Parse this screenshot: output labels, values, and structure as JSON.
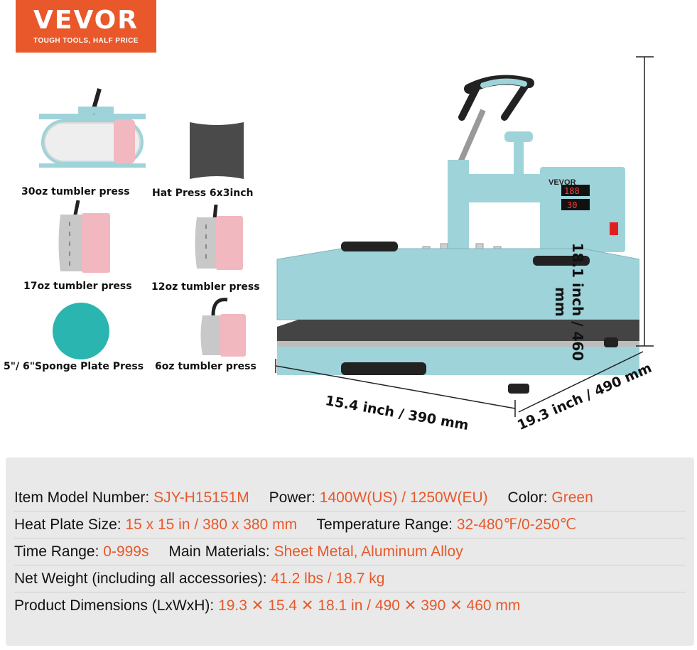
{
  "brand": {
    "name": "VEVOR",
    "tagline": "TOUGH TOOLS, HALF PRICE"
  },
  "accessories": [
    {
      "label": "30oz tumbler press",
      "icon": "tumbler-press-30oz-icon"
    },
    {
      "label": "Hat Press 6x3inch",
      "icon": "hat-press-pad-icon"
    },
    {
      "label": "17oz tumbler press",
      "icon": "tumbler-press-17oz-icon"
    },
    {
      "label": "12oz tumbler press",
      "icon": "tumbler-press-12oz-icon"
    },
    {
      "label": "5\"/ 6\"Sponge Plate Press",
      "icon": "sponge-plate-icon"
    },
    {
      "label": "6oz tumbler press",
      "icon": "tumbler-press-6oz-icon"
    }
  ],
  "dimensions": {
    "height": "18.1 inch / 460 mm",
    "width": "15.4 inch / 390 mm",
    "depth": "19.3 inch / 490 mm"
  },
  "machine_panel": {
    "brand": "VEVOR",
    "temp_display": "188",
    "time_display": "30"
  },
  "specs": {
    "row1": {
      "model_k": "Item Model Number:",
      "model_v": "SJY-H15151M",
      "power_k": "Power:",
      "power_v": "1400W(US) / 1250W(EU)",
      "color_k": "Color:",
      "color_v": "Green"
    },
    "row2": {
      "plate_k": "Heat Plate Size:",
      "plate_v": "15 x 15 in / 380 x 380 mm",
      "temp_k": "Temperature Range:",
      "temp_v": "32-480℉/0-250℃"
    },
    "row3": {
      "time_k": "Time Range:",
      "time_v": "0-999s",
      "mat_k": "Main Materials:",
      "mat_v": "Sheet Metal, Aluminum Alloy"
    },
    "row4": {
      "weight_k": "Net Weight (including all accessories):",
      "weight_v": "41.2 lbs / 18.7 kg"
    },
    "row5": {
      "dim_k": "Product Dimensions (LxWxH):",
      "dim_v": "19.3 ✕ 15.4 ✕ 18.1 in / 490 ✕ 390 ✕ 460 mm"
    }
  },
  "colors": {
    "accent": "#e8582a",
    "machine": "#9fd3da",
    "pink_pad": "#f2b8c0",
    "sponge": "#2ab5b0"
  }
}
